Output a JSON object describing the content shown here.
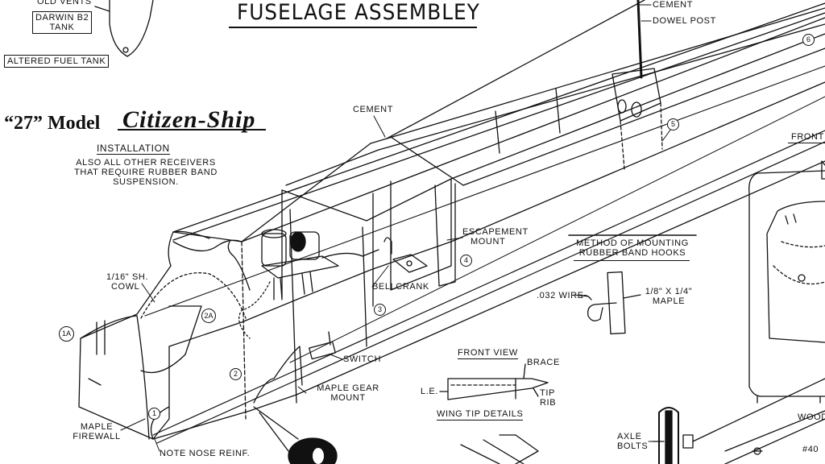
{
  "title": "FUSELAGE ASSEMBLEY",
  "model": {
    "prefix": "“27” Model",
    "name": "Citizen-Ship"
  },
  "installation": {
    "heading": "INSTALLATION",
    "note_lines": [
      "ALSO ALL OTHER RECEIVERS",
      "THAT REQUIRE RUBBER BAND",
      "SUSPENSION."
    ]
  },
  "top_left": {
    "vents": "OLD VENTS",
    "tank_lines": [
      "DARWIN B2",
      "TANK"
    ],
    "altered": "ALTERED FUEL TANK"
  },
  "labels": {
    "cement_top": "CEMENT",
    "dowel_post": "DOWEL POST",
    "cement_mid": "CEMENT",
    "front_partial": "FRONT",
    "cowl_lines": [
      "1/16\" SH.",
      "COWL"
    ],
    "escapement_lines": [
      "ESCAPEMENT",
      "MOUNT"
    ],
    "bellcrank": "BELLCRANK",
    "switch": "SWITCH",
    "maple_gear_lines": [
      "MAPLE GEAR",
      "MOUNT"
    ],
    "maple_firewall_lines": [
      "MAPLE",
      "FIREWALL"
    ],
    "note_nose": "NOTE NOSE REINF.",
    "method_lines": [
      "METHOD OF MOUNTING",
      "RUBBER BAND HOOKS"
    ],
    "wire": ".032 WIRE",
    "maple_size_lines": [
      "1/8\" X 1/4\"",
      "MAPLE"
    ],
    "front_view": "FRONT VIEW",
    "brace": "BRACE",
    "le": "L.E.",
    "tip_rib_lines": [
      "TIP",
      "RIB"
    ],
    "wing_tip": "WING TIP DETAILS",
    "axle_lines": [
      "AXLE",
      "BOLTS"
    ],
    "wood_partial": "WOOD",
    "number_partial": "#40"
  },
  "callouts": [
    "1A",
    "1",
    "2",
    "2A",
    "3",
    "4",
    "5",
    "6"
  ]
}
